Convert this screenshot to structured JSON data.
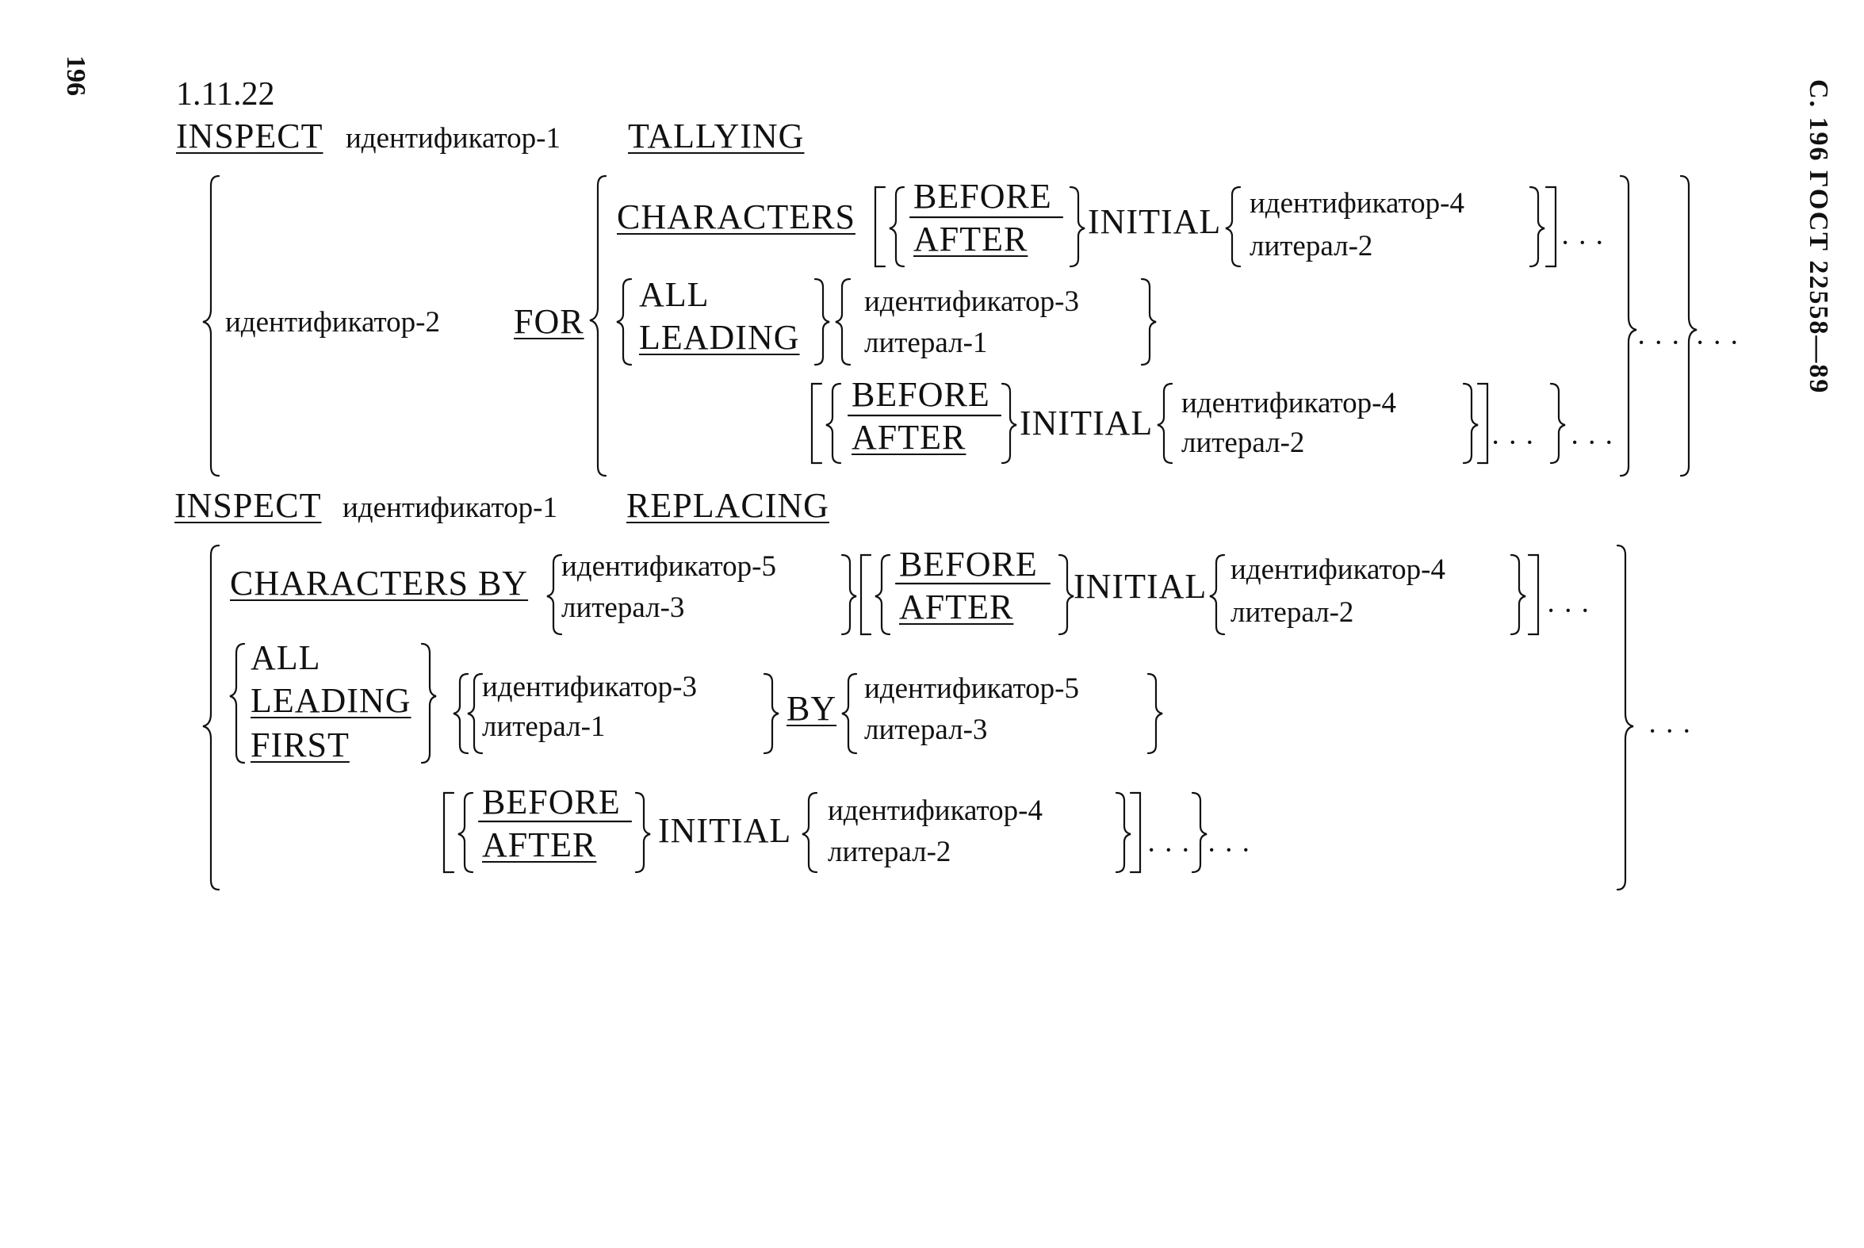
{
  "page": {
    "side_page_number": "196",
    "header_vertical": "С. 196 ГОСТ 22558—89"
  },
  "section_number": "1.11.22",
  "tallying": {
    "kw_inspect": "INSPECT",
    "identifier_1": "идентификатор-1",
    "kw_tallying": "TALLYING",
    "identifier_2": "идентификатор-2",
    "kw_for": "FOR",
    "kw_characters": "CHARACTERS",
    "kw_before": "BEFORE",
    "kw_after": "AFTER",
    "kw_initial": "INITIAL",
    "identifier_4": "идентификатор-4",
    "literal_2": "литерал-2",
    "kw_all": "ALL",
    "kw_leading": "LEADING",
    "identifier_3": "идентификатор-3",
    "literal_1": "литерал-1",
    "ellipsis": "· · ·"
  },
  "replacing": {
    "kw_inspect": "INSPECT",
    "identifier_1": "идентификатор-1",
    "kw_replacing": "REPLACING",
    "kw_characters_by": "CHARACTERS BY",
    "identifier_5": "идентификатор-5",
    "literal_3": "литерал-3",
    "kw_before": "BEFORE",
    "kw_after": "AFTER",
    "kw_initial": "INITIAL",
    "identifier_4": "идентификатор-4",
    "literal_2": "литерал-2",
    "kw_all": "ALL",
    "kw_leading": "LEADING",
    "kw_first": "FIRST",
    "identifier_3": "идентификатор-3",
    "literal_1": "литерал-1",
    "kw_by": "BY",
    "ellipsis": "· · ·"
  }
}
